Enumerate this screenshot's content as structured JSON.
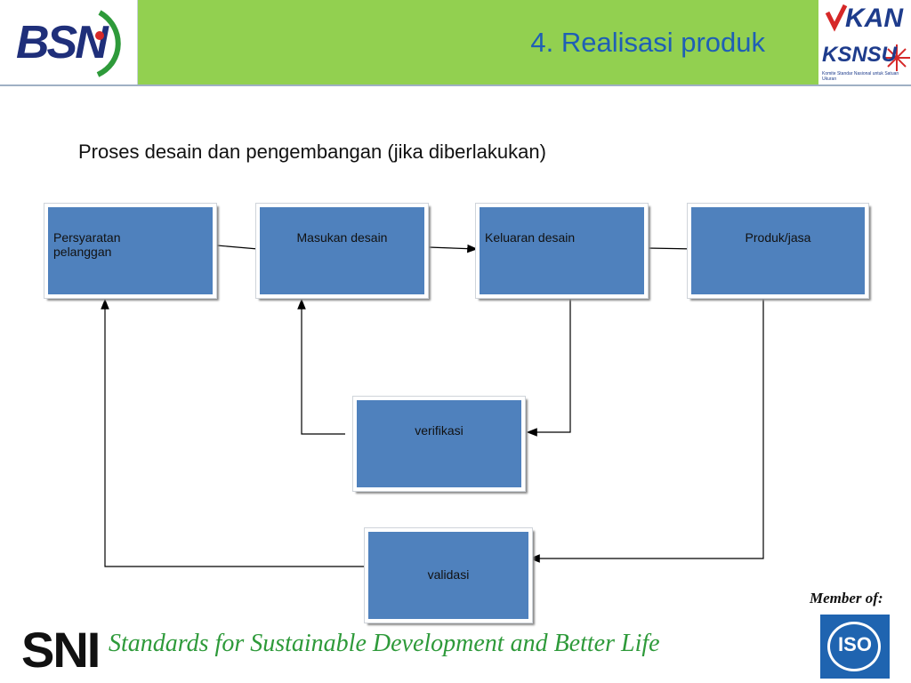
{
  "header": {
    "left_logo_text": "BSN",
    "title": "4. Realisasi produk",
    "right_logo_top": "KAN",
    "right_logo_bottom": "KSNSU",
    "right_logo_caption": "Komite Standar Nasional untuk Satuan Ukuran"
  },
  "subtitle": "Proses desain dan pengembangan (jika diberlakukan)",
  "diagram": {
    "nodes": {
      "persyaratan": "Persyaratan\npelanggan",
      "masukan": "Masukan desain",
      "keluaran": "Keluaran desain",
      "produk": "Produk/jasa",
      "verifikasi": "verifikasi",
      "validasi": "validasi"
    },
    "colors": {
      "box_fill": "#4f81bd",
      "box_border": "#ffffff",
      "line": "#000000"
    }
  },
  "footer": {
    "sni_logo_text": "SNI",
    "tagline": "Standards for Sustainable Development and Better Life",
    "member_label": "Member of:",
    "iso_logo_text": "ISO"
  },
  "colors": {
    "header_band": "#92d050",
    "title": "#1f5fb5",
    "tagline": "#2e9a3a",
    "iso_blue": "#1f64b0"
  }
}
